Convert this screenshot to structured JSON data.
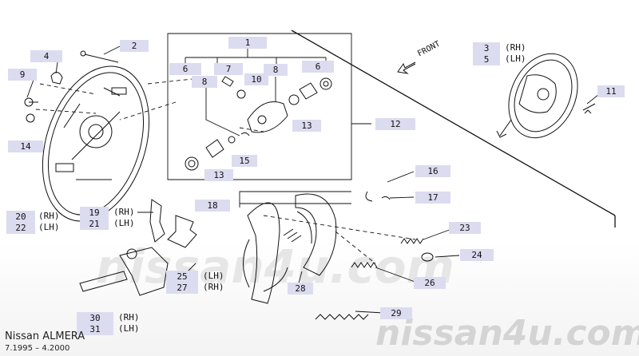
{
  "callouts": {
    "c1": "1",
    "c2": "2",
    "c3": "3",
    "c4": "4",
    "c5": "5",
    "c6a": "6",
    "c6b": "6",
    "c7": "7",
    "c8a": "8",
    "c8b": "8",
    "c9": "9",
    "c10": "10",
    "c11": "11",
    "c12": "12",
    "c13a": "13",
    "c13b": "13",
    "c14": "14",
    "c15": "15",
    "c16": "16",
    "c17": "17",
    "c18": "18",
    "c19": "19",
    "c20": "20",
    "c21": "21",
    "c22": "22",
    "c23": "23",
    "c24": "24",
    "c25": "25",
    "c26": "26",
    "c27": "27",
    "c28": "28",
    "c29": "29",
    "c30": "30",
    "c31": "31"
  },
  "sides": {
    "rh": "(RH)",
    "lh": "(LH)"
  },
  "front_label": "FRONT",
  "watermark_center": "nissan4u.com",
  "watermark_bottom": "nissan4u.com",
  "model": {
    "name": "Nissan ALMERA",
    "period": "7.1995 – 4.2000"
  }
}
